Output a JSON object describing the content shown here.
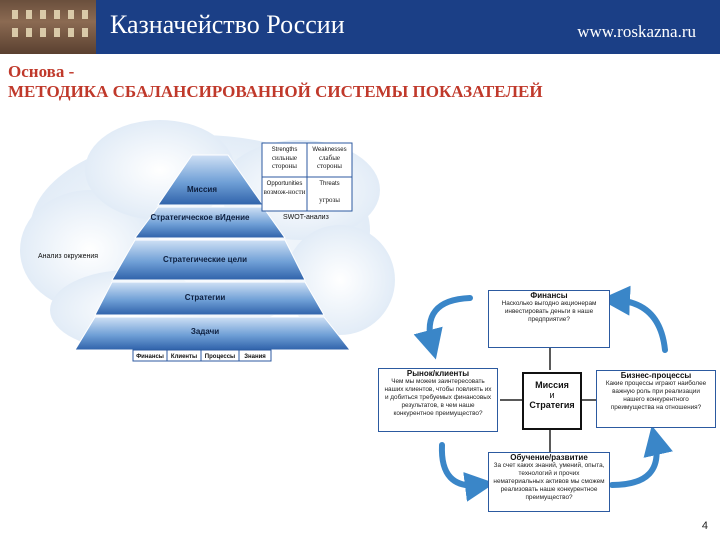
{
  "header": {
    "brand": "Казначейство России",
    "url": "www.roskazna.ru"
  },
  "title": {
    "line1": "Основа -",
    "line2": "МЕТОДИКА СБАЛАНСИРОВАННОЙ СИСТЕМЫ ПОКАЗАТЕЛЕЙ"
  },
  "pyramid": {
    "levels": [
      "Миссия",
      "Стратегическое вИдение",
      "Стратегические цели",
      "Стратегии",
      "Задачи"
    ],
    "base": [
      "Финансы",
      "Клиенты",
      "Процессы",
      "Знания"
    ],
    "environment": "Анализ окружения",
    "swot_label": "SWOT-анализ",
    "swot": [
      {
        "head": "Strengths",
        "body": "сильные стороны"
      },
      {
        "head": "Weaknesses",
        "body": "слабые стороны"
      },
      {
        "head": "Opportunities",
        "body": "возмож-ности"
      },
      {
        "head": "Threats",
        "body": "угрозы"
      }
    ]
  },
  "bsc": {
    "finance": {
      "title": "Финансы",
      "text": "Насколько выгодно акционерам инвестировать деньги в наше предприятие?"
    },
    "market": {
      "title": "Рынок/клиенты",
      "text": "Чем мы можем заинтересовать наших клиентов, чтобы повлиять их и добиться требуемых финансовых результатов, в чем наше конкурентное преимущество?"
    },
    "process": {
      "title": "Бизнес-процессы",
      "text": "Какие процессы играют наиболее важную роль при реализации нашего конкурентного преимущества на отношения?"
    },
    "learning": {
      "title": "Обучение/развитие",
      "text": "За счет каких знаний, умений, опыта, технологий и прочих нематериальных активов мы сможем реализовать наше конкурентное преимущество?"
    },
    "center": {
      "line1": "Миссия",
      "line2": "и",
      "line3": "Стратегия"
    }
  },
  "page_number": "4",
  "colors": {
    "header": "#1b3f86",
    "title": "#c0392b",
    "pyramid": "#2c5aa0",
    "arrows": "#3a86c8"
  }
}
